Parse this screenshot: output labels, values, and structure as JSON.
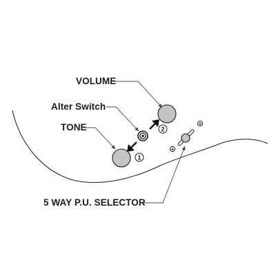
{
  "labels": {
    "volume": "VOLUME",
    "alter_switch": "Alter Switch",
    "tone": "TONE",
    "selector": "5 WAY P.U. SELECTOR"
  },
  "steps": {
    "step1": "1",
    "step2": "2"
  },
  "symbols": {
    "plus": "+"
  },
  "icons": {
    "screw": "screw-head-icon",
    "push_arrow": "diagonal-arrow-icon"
  },
  "colors": {
    "knob_fill": "#c4c4c4",
    "line": "#1a1a1a",
    "background": "#ffffff"
  }
}
